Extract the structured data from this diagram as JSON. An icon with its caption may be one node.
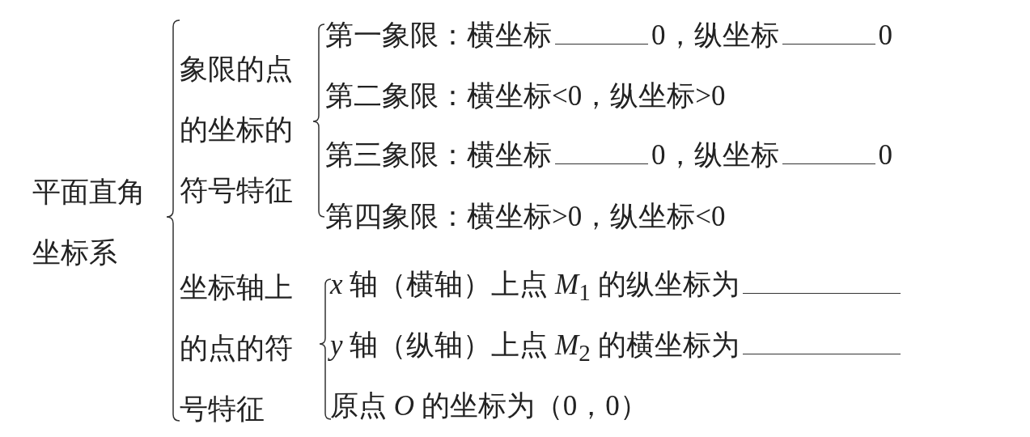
{
  "diagram": {
    "labels": [
      "平面直角坐标系",
      "象限的点的坐标的符号特征",
      "第一象限：横坐标",
      "0，纵坐标",
      "0",
      "第二象限：横坐标<0，纵坐标>0",
      "第三象限：横坐标",
      "0，纵坐标",
      "0",
      "第四象限：横坐标>0，纵坐标<0",
      "坐标轴上的点的符号特征",
      "*x* 轴（横轴）上点 *M*$_{1}$ 的纵坐标为",
      "*y* 轴（纵轴）上点 *M*$_{2}$ 的横坐标为",
      "原点 *O* 的坐标为（0，0）"
    ]
  }
}
